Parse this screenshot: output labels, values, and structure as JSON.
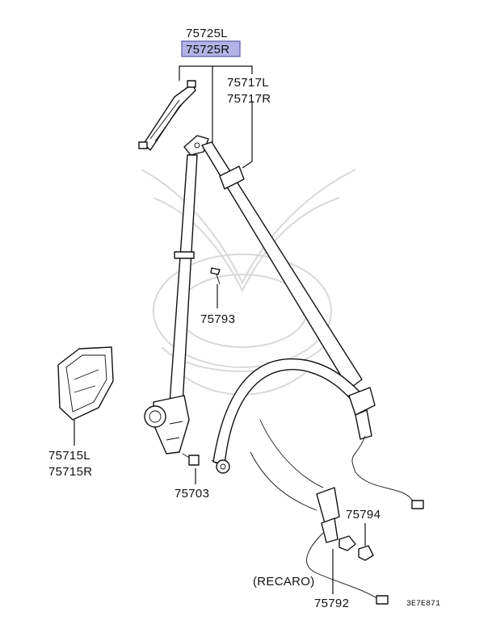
{
  "parts": {
    "belt_left": "75725L",
    "belt_right": "75725R",
    "guide_left": "75717L",
    "guide_right": "75717R",
    "bolt_upper": "75793",
    "trim_left": "75715L",
    "trim_right": "75715R",
    "anchor_bolt": "75703",
    "nut": "75794",
    "buckle": "75792"
  },
  "note": "(RECARO)",
  "diagram_code": "3E7E871",
  "colors": {
    "highlight": "#b3b3e6",
    "highlight_border": "#5a5aa8",
    "line": "#111111",
    "watermark": "#d9d9d9"
  }
}
